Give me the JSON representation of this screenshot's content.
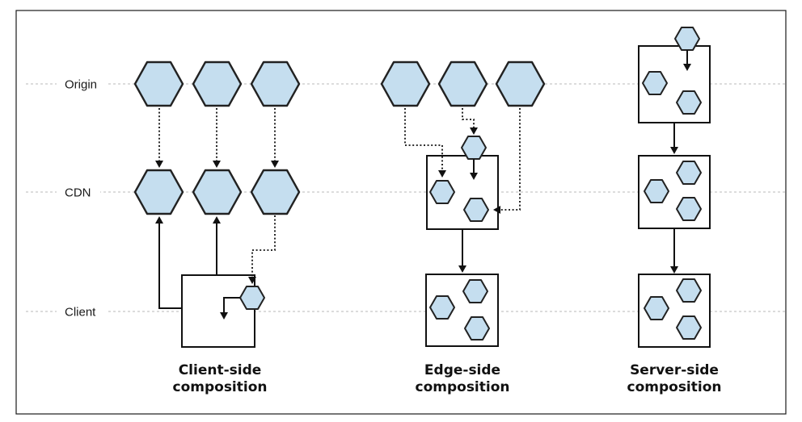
{
  "tiers": {
    "origin": "Origin",
    "cdn": "CDN",
    "client": "Client"
  },
  "captions": {
    "client_side": [
      "Client-side",
      "composition"
    ],
    "edge_side": [
      "Edge-side",
      "composition"
    ],
    "server_side": [
      "Server-side",
      "composition"
    ]
  },
  "colors": {
    "fragment_fill": "#c5deef",
    "stroke": "#111111",
    "guide_line": "#b8b8b8"
  },
  "icons": {
    "fragment": "hexagon-icon",
    "page": "page-box"
  }
}
